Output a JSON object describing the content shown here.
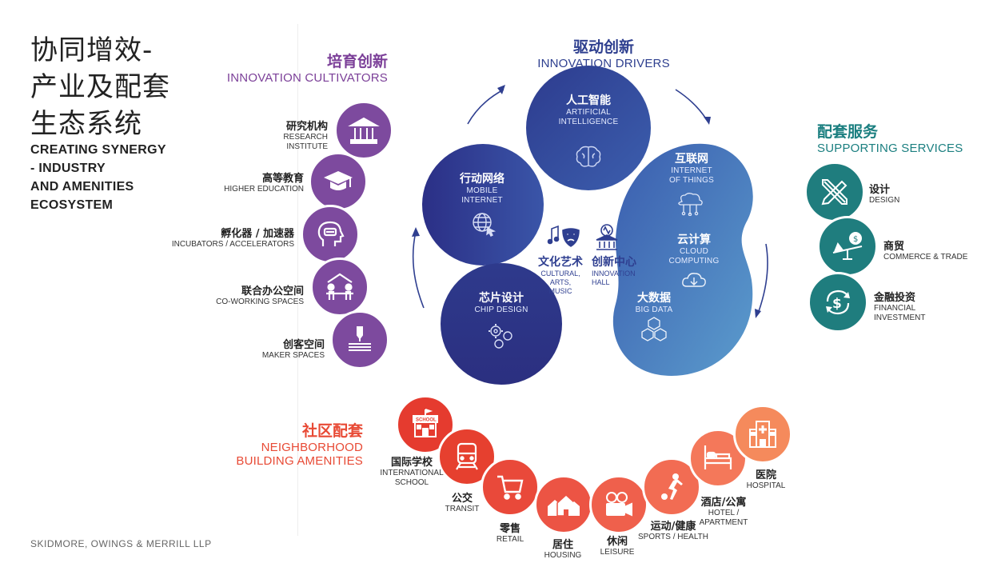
{
  "title": {
    "cn_lines": [
      "协同增效-",
      "产业及配套",
      "生态系统"
    ],
    "en_lines": [
      "CREATING SYNERGY",
      "- INDUSTRY",
      "AND AMENITIES",
      "ECOSYSTEM"
    ]
  },
  "footer": "SKIDMORE, OWINGS & MERRILL LLP",
  "cultivators": {
    "cn": "培育创新",
    "en": "INNOVATION CULTIVATORS",
    "items": [
      {
        "cn": "研究机构",
        "en1": "RESEARCH",
        "en2": "INSTITUTE",
        "icon": "institution-icon"
      },
      {
        "cn": "高等教育",
        "en1": "HIGHER EDUCATION",
        "en2": "",
        "icon": "graduation-cap-icon"
      },
      {
        "cn": "孵化器 / 加速器",
        "en1": "INCUBATORS / ACCELERATORS",
        "en2": "",
        "icon": "head-idea-icon"
      },
      {
        "cn": "联合办公空间",
        "en1": "CO-WORKING SPACES",
        "en2": "",
        "icon": "coworking-icon"
      },
      {
        "cn": "创客空间",
        "en1": "MAKER SPACES",
        "en2": "",
        "icon": "3d-printer-icon"
      }
    ]
  },
  "drivers": {
    "cn": "驱动创新",
    "en": "INNOVATION DRIVERS",
    "ai": {
      "cn": "人工智能",
      "en1": "ARTIFICIAL",
      "en2": "INTELLIGENCE",
      "icon": "brain-icon"
    },
    "mobile": {
      "cn": "行动网络",
      "en1": "MOBILE",
      "en2": "INTERNET",
      "icon": "globe-cursor-icon"
    },
    "iot": {
      "cn": "互联网",
      "en1": "INTERNET",
      "en2": "OF THINGS",
      "icon": "network-icon"
    },
    "cloud": {
      "cn": "云计算",
      "en1": "CLOUD",
      "en2": "COMPUTING",
      "icon": "cloud-download-icon"
    },
    "bigdata": {
      "cn": "大数据",
      "en1": "BIG DATA",
      "en2": "",
      "icon": "cubes-icon"
    },
    "chip": {
      "cn": "芯片设计",
      "en1": "CHIP DESIGN",
      "en2": "",
      "icon": "gears-icon"
    },
    "culture": {
      "cn": "文化艺术",
      "en1": "CULTURAL,",
      "en2": "ARTS,",
      "en3": "MUSIC",
      "icon": "music-masks-icon"
    },
    "hall": {
      "cn": "创新中心",
      "en1": "INNOVATION",
      "en2": "HALL",
      "icon": "hall-icon"
    }
  },
  "supporting": {
    "cn": "配套服务",
    "en": "SUPPORTING SERVICES",
    "items": [
      {
        "cn": "设计",
        "en1": "DESIGN",
        "en2": "",
        "icon": "pencil-ruler-icon"
      },
      {
        "cn": "商贸",
        "en1": "COMMERCE & TRADE",
        "en2": "",
        "icon": "scale-coin-icon"
      },
      {
        "cn": "金融投资",
        "en1": "FINANCIAL",
        "en2": "INVESTMENT",
        "icon": "dollar-cycle-icon"
      }
    ]
  },
  "neighborhood": {
    "cn": "社区配套",
    "en1": "NEIGHBORHOOD",
    "en2": "BUILDING AMENITIES",
    "items": [
      {
        "cn": "国际学校",
        "en1": "INTERNATIONAL",
        "en2": "SCHOOL",
        "icon": "school-icon",
        "badge": "SCHOOL"
      },
      {
        "cn": "公交",
        "en1": "TRANSIT",
        "en2": "",
        "icon": "train-icon"
      },
      {
        "cn": "零售",
        "en1": "RETAIL",
        "en2": "",
        "icon": "cart-icon"
      },
      {
        "cn": "居住",
        "en1": "HOUSING",
        "en2": "",
        "icon": "houses-icon"
      },
      {
        "cn": "休闲",
        "en1": "LEISURE",
        "en2": "",
        "icon": "film-camera-icon"
      },
      {
        "cn": "运动/健康",
        "en1": "SPORTS / HEALTH",
        "en2": "",
        "icon": "soccer-player-icon"
      },
      {
        "cn": "酒店/公寓",
        "en1": "HOTEL /",
        "en2": "APARTMENT",
        "icon": "bed-icon"
      },
      {
        "cn": "医院",
        "en1": "HOSPITAL",
        "en2": "",
        "icon": "hospital-icon"
      }
    ]
  },
  "colors": {
    "purple": "#7d4a9e",
    "navy": "#2f3f90",
    "teal": "#1f7d7e",
    "red_start": "#e53b2f",
    "red_end": "#f58a5c"
  }
}
